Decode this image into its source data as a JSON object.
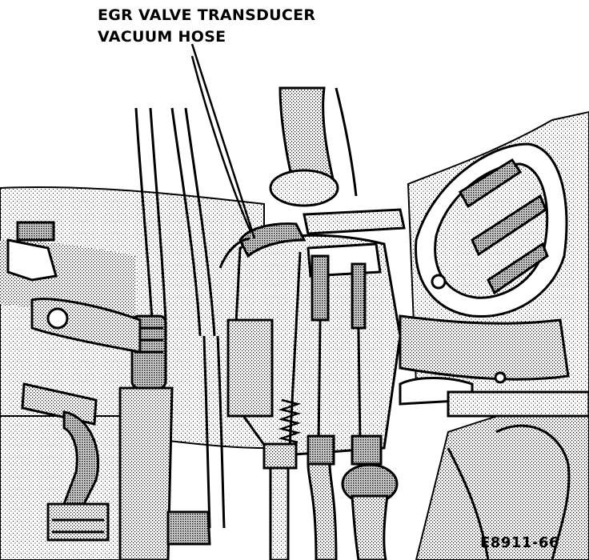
{
  "callout": {
    "line1": "EGR VALVE TRANSDUCER",
    "line2": "VACUUM HOSE"
  },
  "figure_code": "E8911-66",
  "colors": {
    "ink": "#000000",
    "paper": "#ffffff",
    "shade": "#9a9a9a"
  }
}
